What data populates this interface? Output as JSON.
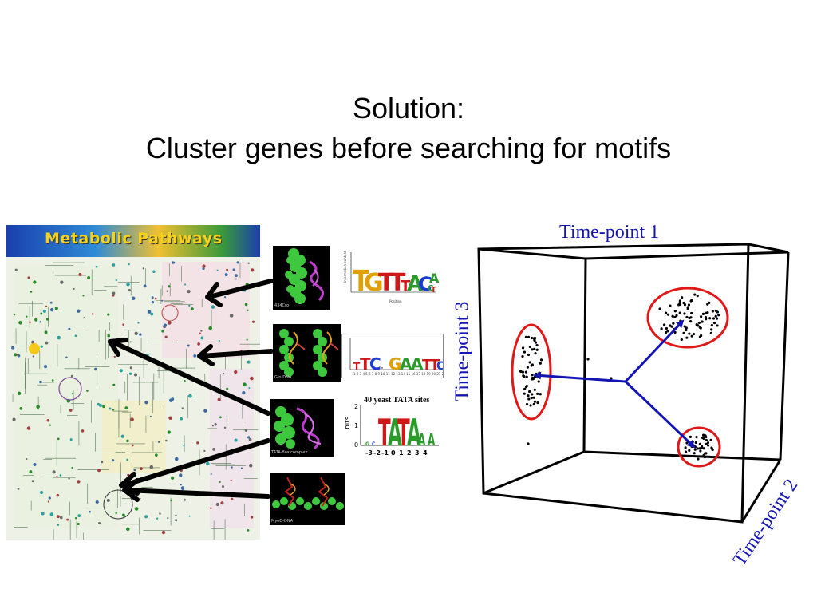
{
  "slide": {
    "title_line1": "Solution:",
    "title_line2": "Cluster genes before searching for motifs"
  },
  "poster": {
    "banner_text": "Metabolic Pathways"
  },
  "structures": [
    {
      "label": "434Cro"
    },
    {
      "label": "Gln-DNA"
    },
    {
      "label": "TATA-Box complex"
    },
    {
      "label": "MyoD-DNA"
    }
  ],
  "logos": [
    {
      "sequence": "TGTTTACCAT",
      "ylabel": "Information content",
      "xlabel": "Position"
    },
    {
      "sequence": "TTCGAATTC"
    },
    {
      "title": "40 yeast TATA sites",
      "sequence": "TATAAA",
      "ylabel": "bits",
      "y_ticks": [
        "0",
        "1",
        "2"
      ],
      "x_ticks": [
        "-3",
        "-2",
        "-1",
        "0",
        "1",
        "2",
        "3",
        "4"
      ]
    }
  ],
  "plot3d": {
    "axis_labels": {
      "x": "Time-point 1",
      "y": "Time-point 2",
      "z": "Time-point 3"
    },
    "clusters": [
      "left",
      "top-right",
      "bottom-right"
    ],
    "colors": {
      "axis_label": "#1414b4",
      "arrow": "#1414b4",
      "cluster_ring": "#e01818",
      "cube": "#000000"
    }
  }
}
